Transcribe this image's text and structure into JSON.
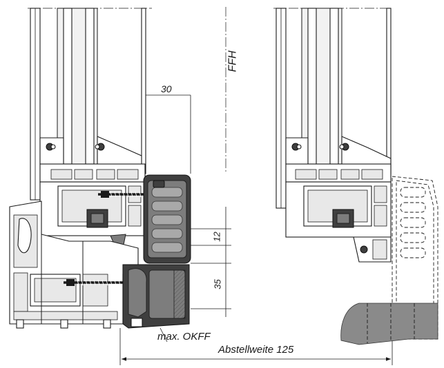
{
  "labels": {
    "ffh": "FFH",
    "dim_30": "30",
    "dim_12": "12",
    "dim_35": "35",
    "okff": "max. OKFF",
    "abstellweite": "Abstellweite 125"
  }
}
